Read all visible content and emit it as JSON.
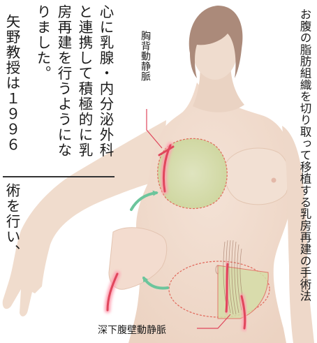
{
  "article": {
    "columns": [
      "心に乳腺・内分泌外科",
      "と連携して積極的に乳",
      "房再建を行うようにな",
      "りました。",
      "矢野教授は１９９６",
      "術を行い、"
    ]
  },
  "figure": {
    "caption": "お腹の脂肪組織を切り取って移植する乳房再建の手術法",
    "labels": {
      "upper_vessel": "胸背動静脈",
      "lower_vessel": "深下腹壁動静脈"
    }
  },
  "colors": {
    "skin": "#f1dccd",
    "skin_shadow": "#e6c9b4",
    "hair": "#ac8b7b",
    "flap": "#d9dfb2",
    "vessel": "#e0475c",
    "arrow": "#6cc59c"
  }
}
